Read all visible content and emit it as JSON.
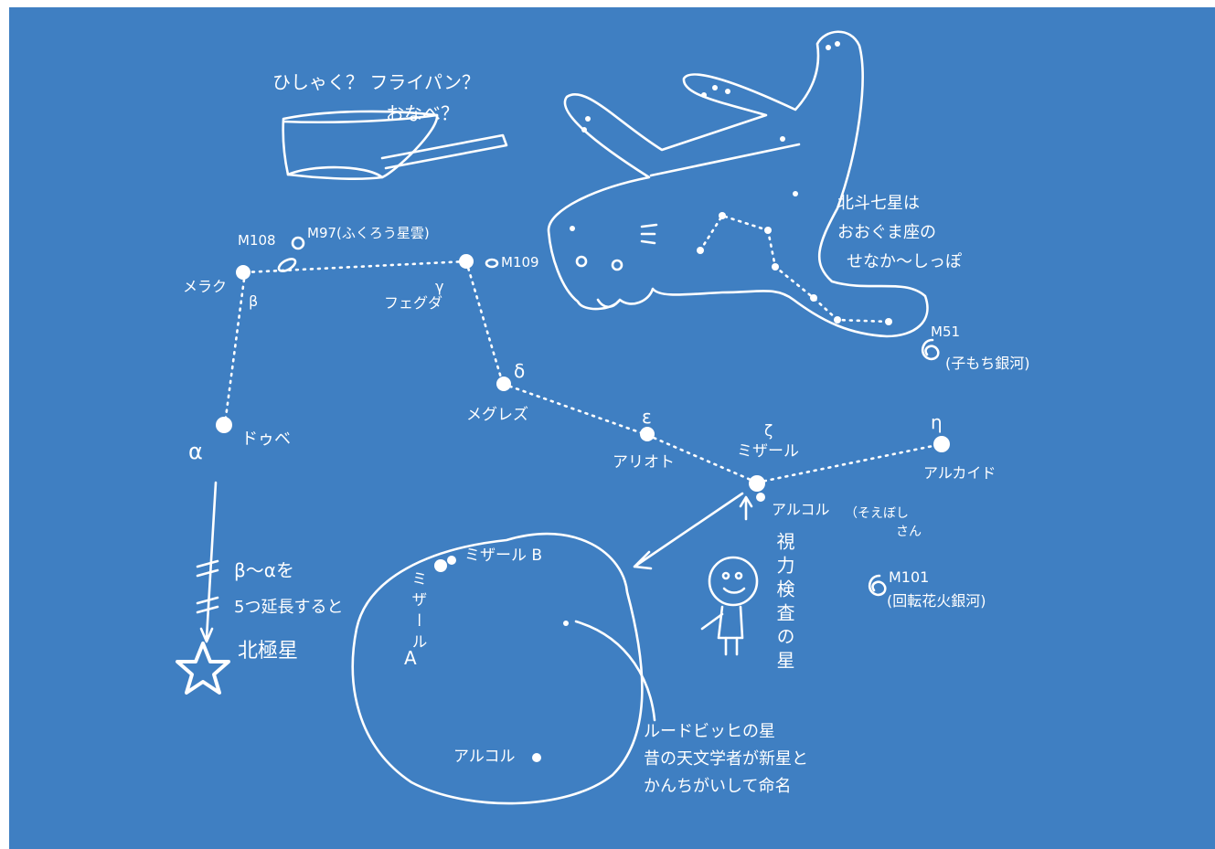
{
  "colors": {
    "background": "#3f7fc2",
    "ink": "#ffffff"
  },
  "dipper_question": {
    "line1": "ひしゃく？ フライパン？",
    "line2": "おなべ？"
  },
  "messier": {
    "m108": "M108",
    "m97": "M97(ふくろう星雲)",
    "m109": "M109",
    "m51_code": "M51",
    "m51_name": "(子もち銀河)",
    "m101_code": "M101",
    "m101_name": "(回転花火銀河)"
  },
  "stars": {
    "merak": "メラク",
    "merak_greek": "β",
    "phecda": "フェグダ",
    "phecda_greek": "γ",
    "megrez": "メグレズ",
    "megrez_greek": "δ",
    "dubhe": "ドゥベ",
    "dubhe_greek": "α",
    "alioth": "アリオト",
    "alioth_greek": "ε",
    "mizar": "ミザール",
    "mizar_greek": "ζ",
    "alkaid": "アルカイド",
    "alkaid_greek": "η",
    "alcor": "アルコル",
    "alcor_note": "（そえぼし",
    "alcor_note2": "さん"
  },
  "ursa_major_note": {
    "line1": "北斗七星は",
    "line2": "おおぐま座の",
    "line3": "せなか～しっぽ"
  },
  "polaris_note": {
    "line1": "β～αを",
    "line2": "5つ延長すると",
    "line3": "北極星"
  },
  "eye_test": "視力検査の星",
  "zoom": {
    "mizar_b": "ミザール B",
    "mizar_a": "ミザール",
    "mizar_a_letter": "A",
    "alcor": "アルコル"
  },
  "ludwig_note": {
    "line1": "ルードビッヒの星",
    "line2": "昔の天文学者が新星と",
    "line3": "かんちがいして命名"
  }
}
